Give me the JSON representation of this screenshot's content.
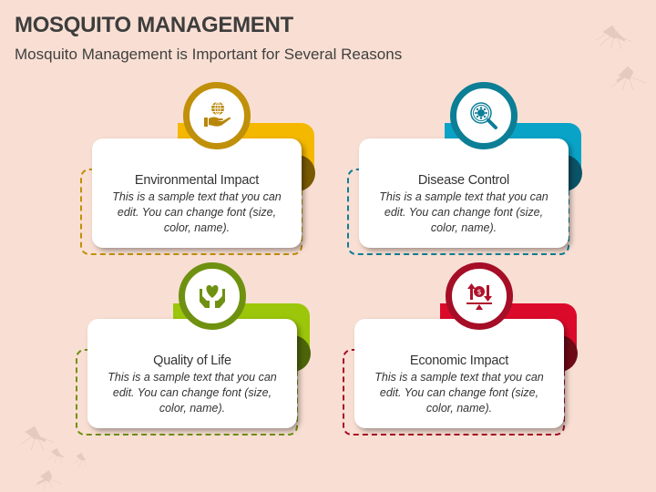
{
  "header": {
    "title": "MOSQUITO MANAGEMENT",
    "subtitle": "Mosquito Management is Important for Several Reasons"
  },
  "cards": [
    {
      "title": "Environmental Impact",
      "body": "This is a sample text that you can edit. You can change font (size, color, name).",
      "icon": "globe-in-hand-icon",
      "color": "#f5b800",
      "ring_color": "#c0900a",
      "dark_color": "#7a5a00"
    },
    {
      "title": "Disease Control",
      "body": "This is a sample text that you can edit. You can change font (size, color, name).",
      "icon": "virus-magnifier-icon",
      "color": "#0aa3c8",
      "ring_color": "#0c7e96",
      "dark_color": "#0a5468"
    },
    {
      "title": "Quality of Life",
      "body": "This is a sample text that you can edit. You can change font (size, color, name).",
      "icon": "heart-in-hands-icon",
      "color": "#9cc60a",
      "ring_color": "#6f9110",
      "dark_color": "#4d650a"
    },
    {
      "title": "Economic Impact",
      "body": "This is a sample text that you can edit. You can change font (size, color, name).",
      "icon": "money-balance-icon",
      "color": "#dc0a2a",
      "ring_color": "#a50e26",
      "dark_color": "#6e0a16"
    }
  ]
}
